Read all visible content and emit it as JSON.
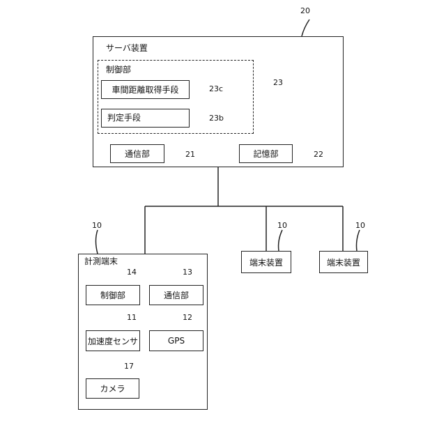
{
  "server": {
    "ref": "20",
    "title": "サーバ装置",
    "control": {
      "title": "制御部",
      "ref": "23",
      "distance_unit": {
        "label": "車間距離取得手段",
        "ref": "23c"
      },
      "judgment_unit": {
        "label": "判定手段",
        "ref": "23b"
      }
    },
    "communication": {
      "label": "通信部",
      "ref": "21"
    },
    "storage": {
      "label": "記憶部",
      "ref": "22"
    }
  },
  "measurement_terminal": {
    "ref": "10",
    "title": "計測端末",
    "control": {
      "label": "制御部",
      "ref": "14"
    },
    "communication": {
      "label": "通信部",
      "ref": "13"
    },
    "accelerometer": {
      "label": "加速度センサ",
      "ref": "11"
    },
    "gps": {
      "label": "GPS",
      "ref": "12"
    },
    "camera": {
      "label": "カメラ",
      "ref": "17"
    }
  },
  "terminals": [
    {
      "label": "端末装置",
      "ref": "10"
    },
    {
      "label": "端末装置",
      "ref": "10"
    }
  ]
}
